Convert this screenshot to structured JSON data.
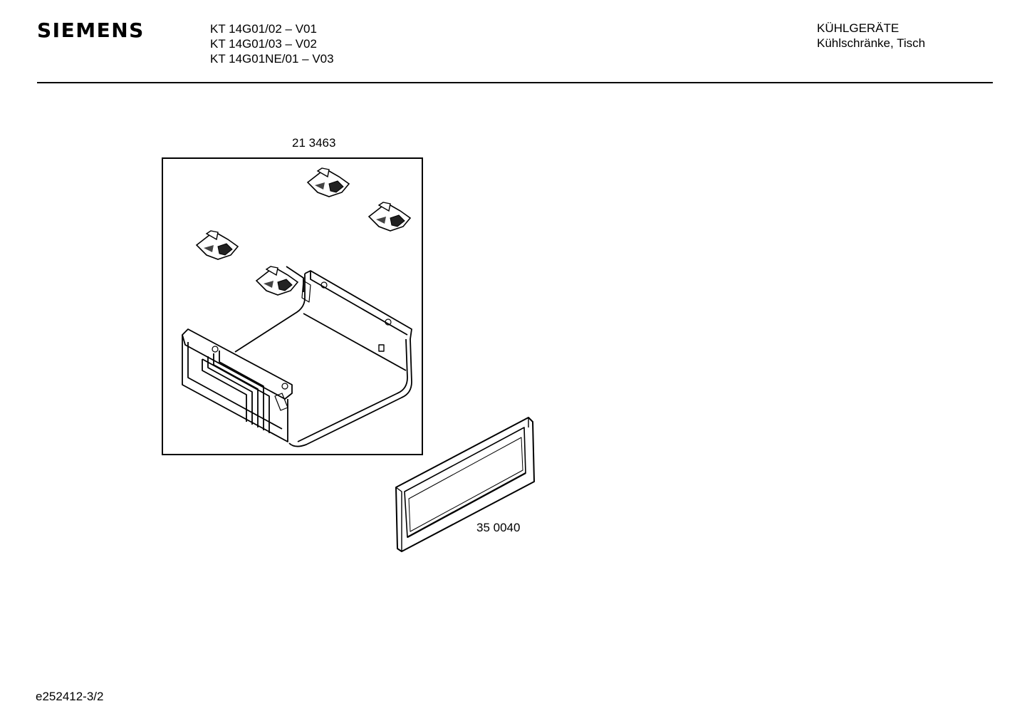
{
  "header": {
    "brand": "SIEMENS",
    "models": [
      "KT 14G01/02 – V01",
      "KT 14G01/03 – V02",
      "KT 14G01NE/01 – V03"
    ],
    "category": "KÜHLGERÄTE",
    "subcategory": "Kühlschränke, Tisch"
  },
  "parts": [
    {
      "number": "21 3463"
    },
    {
      "number": "35 0040"
    }
  ],
  "footer": {
    "code": "e252412-3/2"
  }
}
